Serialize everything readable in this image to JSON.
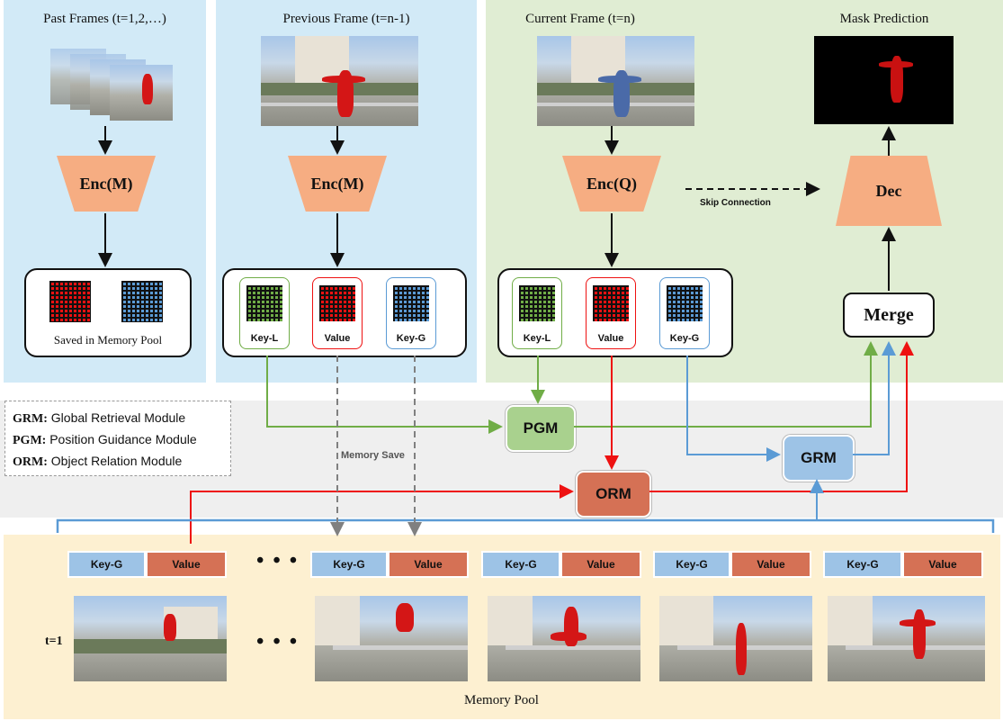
{
  "panels": {
    "past": {
      "title": "Past Frames (t=1,2,…)",
      "encoder": "Enc(M)",
      "saved_label": "Saved in Memory Pool"
    },
    "previous": {
      "title": "Previous Frame (t=n-1)",
      "encoder": "Enc(M)",
      "keys": [
        "Key-L",
        "Value",
        "Key-G"
      ]
    },
    "current": {
      "title": "Current Frame (t=n)",
      "encoder": "Enc(Q)",
      "keys": [
        "Key-L",
        "Value",
        "Key-G"
      ]
    },
    "mask": {
      "title": "Mask Prediction",
      "decoder": "Dec",
      "merge": "Merge"
    }
  },
  "skip_connection": "Skip Connection",
  "memory_save": "Memory Save",
  "modules": {
    "pgm": "PGM",
    "orm": "ORM",
    "grm": "GRM"
  },
  "legend": [
    {
      "abbr": "GRM:",
      "text": "Global Retrieval Module"
    },
    {
      "abbr": "PGM:",
      "text": "Position Guidance Module"
    },
    {
      "abbr": "ORM:",
      "text": "Object Relation Module"
    }
  ],
  "memory_pool": {
    "title": "Memory Pool",
    "time_label": "t=1",
    "ellipsis": "• • •",
    "cells": [
      {
        "key": "Key-G",
        "value": "Value"
      },
      {
        "key": "Key-G",
        "value": "Value"
      },
      {
        "key": "Key-G",
        "value": "Value"
      },
      {
        "key": "Key-G",
        "value": "Value"
      },
      {
        "key": "Key-G",
        "value": "Value"
      }
    ]
  },
  "colors": {
    "panel_blue": "#d2eaf7",
    "panel_green": "#e0edd3",
    "encoder": "#f6ad82",
    "pgm": "#a9d18e",
    "orm": "#d57155",
    "grm": "#9dc3e6",
    "arrow_green": "#70ad47",
    "arrow_red": "#ee1111",
    "arrow_blue": "#5b9bd5",
    "arrow_gray": "#808080"
  },
  "icons": [
    "frame-stack-image",
    "video-frame-image",
    "mask-image",
    "grid-feature-icon"
  ]
}
